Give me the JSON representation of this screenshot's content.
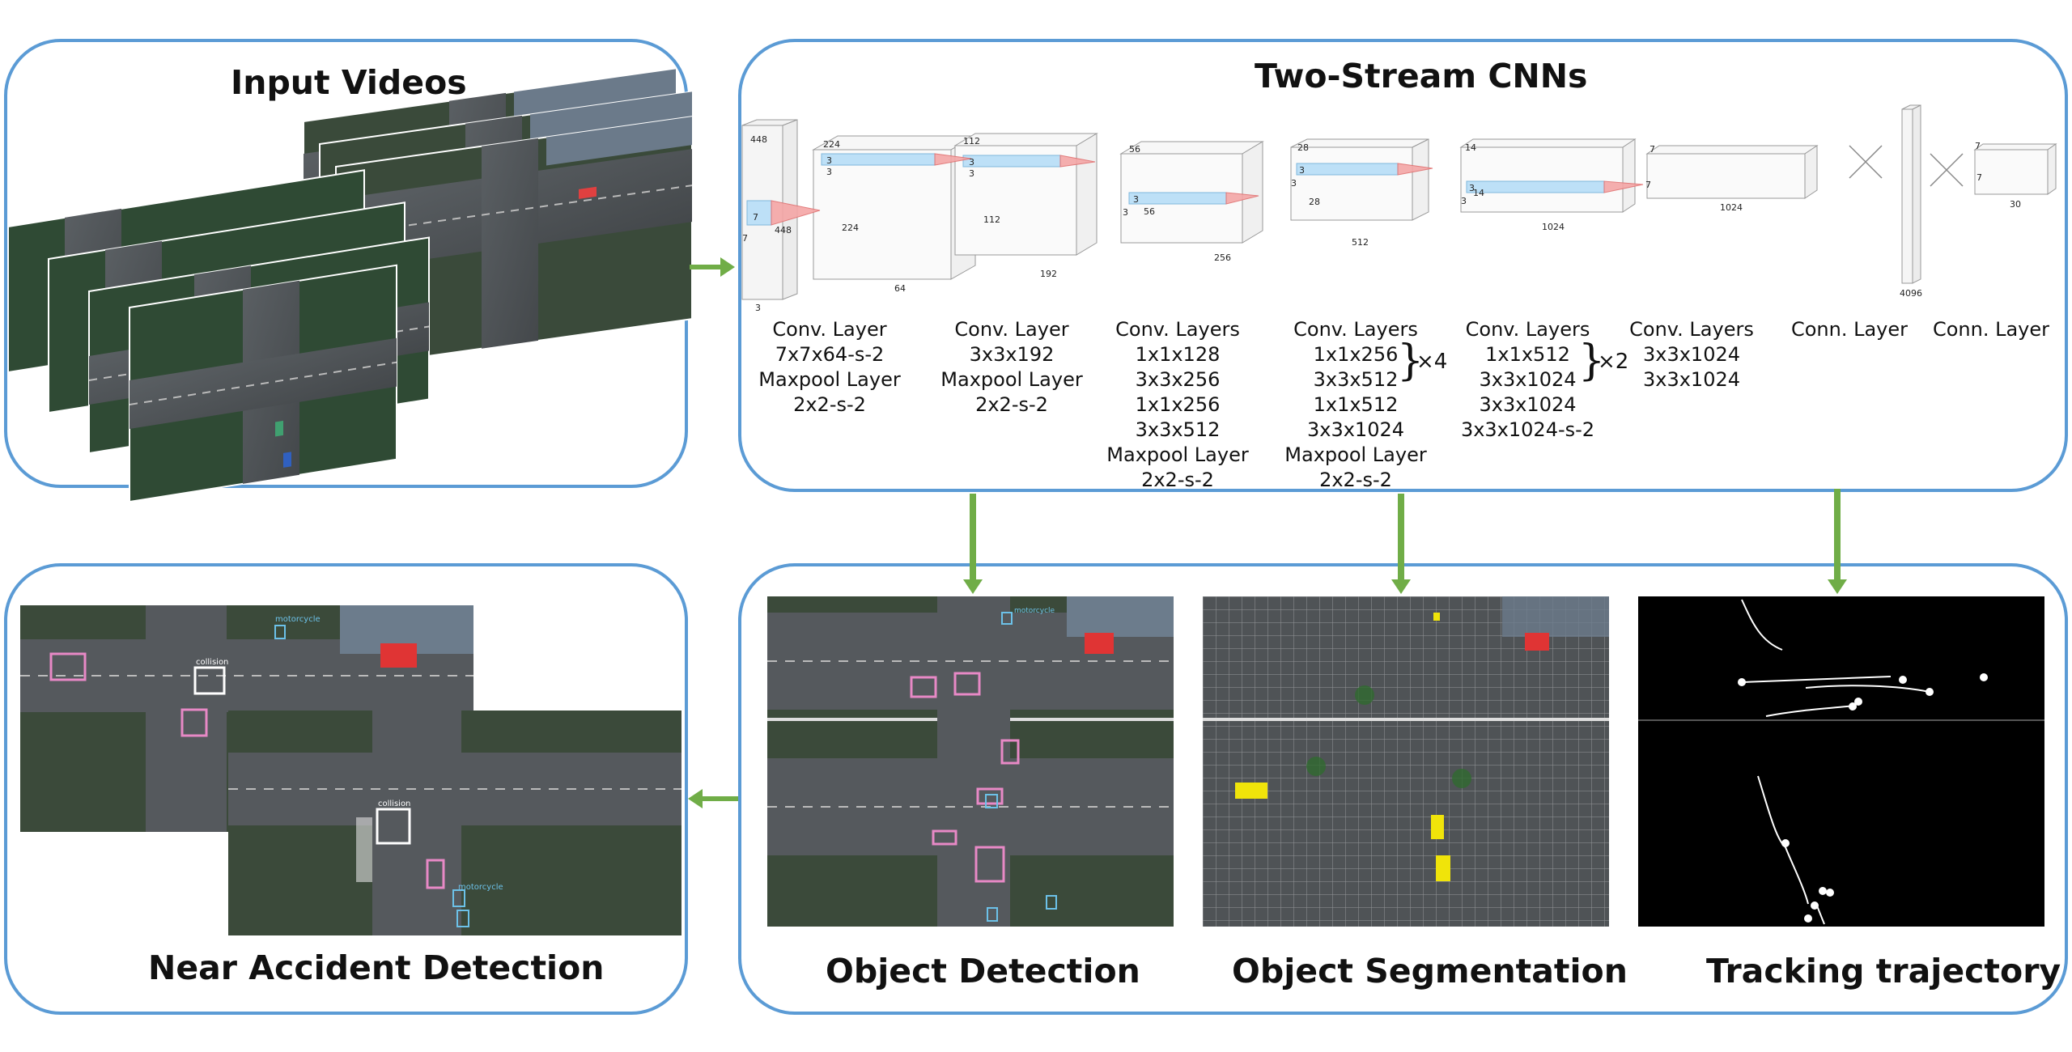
{
  "panels": {
    "input_videos": {
      "title": "Input Videos"
    },
    "two_stream": {
      "title": "Two-Stream CNNs"
    },
    "near_accident": {
      "title": "Near Accident Detection"
    },
    "object_detection": {
      "title": "Object Detection"
    },
    "object_segmentation": {
      "title": "Object Segmentation"
    },
    "tracking": {
      "title": "Tracking trajectory"
    }
  },
  "cnn": {
    "blocks": [
      {
        "dims": [
          "448",
          "448",
          "3",
          "7",
          "7"
        ],
        "labels": [
          "Conv. Layer",
          "7x7x64-s-2",
          "Maxpool Layer",
          "2x2-s-2"
        ]
      },
      {
        "dims": [
          "224",
          "224",
          "64",
          "3",
          "3"
        ],
        "labels": [
          "Conv. Layer",
          "3x3x192",
          "Maxpool Layer",
          "2x2-s-2"
        ]
      },
      {
        "dims": [
          "112",
          "112",
          "192",
          "3",
          "3"
        ],
        "labels": [
          "Conv. Layers",
          "1x1x128",
          "3x3x256",
          "1x1x256",
          "3x3x512",
          "Maxpool Layer",
          "2x2-s-2"
        ]
      },
      {
        "dims": [
          "56",
          "56",
          "256",
          "3",
          "3"
        ],
        "labels": [
          "Conv. Layers",
          "1x1x256",
          "3x3x512",
          "1x1x512",
          "3x3x1024",
          "Maxpool Layer",
          "2x2-s-2"
        ],
        "repeat": "×4"
      },
      {
        "dims": [
          "28",
          "28",
          "512",
          "3",
          "3"
        ],
        "labels": [
          "Conv. Layers",
          "1x1x512",
          "3x3x1024",
          "3x3x1024",
          "3x3x1024-s-2"
        ],
        "repeat": "×2"
      },
      {
        "dims": [
          "14",
          "14",
          "1024",
          "3",
          "3"
        ],
        "labels": [
          "Conv. Layers",
          "3x3x1024",
          "3x3x1024"
        ]
      },
      {
        "dims": [
          "7",
          "7",
          "1024"
        ],
        "labels": [
          "Conn. Layer"
        ]
      },
      {
        "dims": [
          "4096"
        ],
        "labels": [
          "Conn. Layer"
        ]
      },
      {
        "dims": [
          "7",
          "7",
          "30"
        ],
        "labels": []
      }
    ]
  },
  "annotations": {
    "collision": "collision",
    "motorcycle": "motorcycle"
  },
  "colors": {
    "panel_border": "#5b9bd5",
    "arrow": "#70ad47",
    "kernel_blue": "#bde0f7",
    "cone_red": "#f4a6a6"
  }
}
